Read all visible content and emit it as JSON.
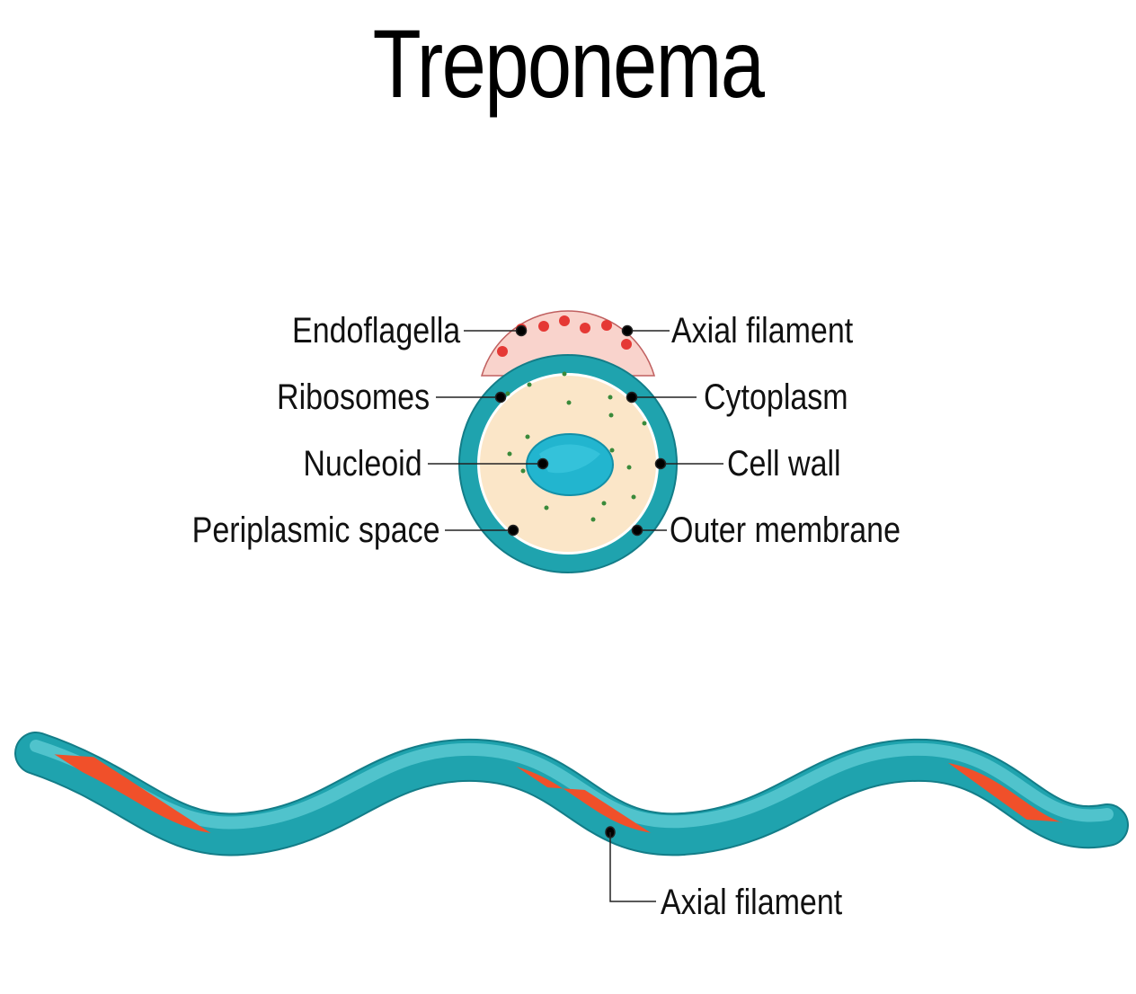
{
  "title": "Treponema",
  "cross_section": {
    "left_labels": [
      "Endoflagella",
      "Ribosomes",
      "Nucleoid",
      "Periplasmic space"
    ],
    "right_labels": [
      "Axial filament",
      "Cytoplasm",
      "Cell wall",
      "Outer membrane"
    ]
  },
  "spirochete": {
    "label": "Axial filament"
  },
  "colors": {
    "teal": "#1fa3ae",
    "orange": "#f0502a",
    "cytoplasm": "#fbe6c8",
    "endoflagella_bg": "#f9d3cc",
    "flagella_dot": "#e53935",
    "ribosome": "#3a8a3a"
  }
}
